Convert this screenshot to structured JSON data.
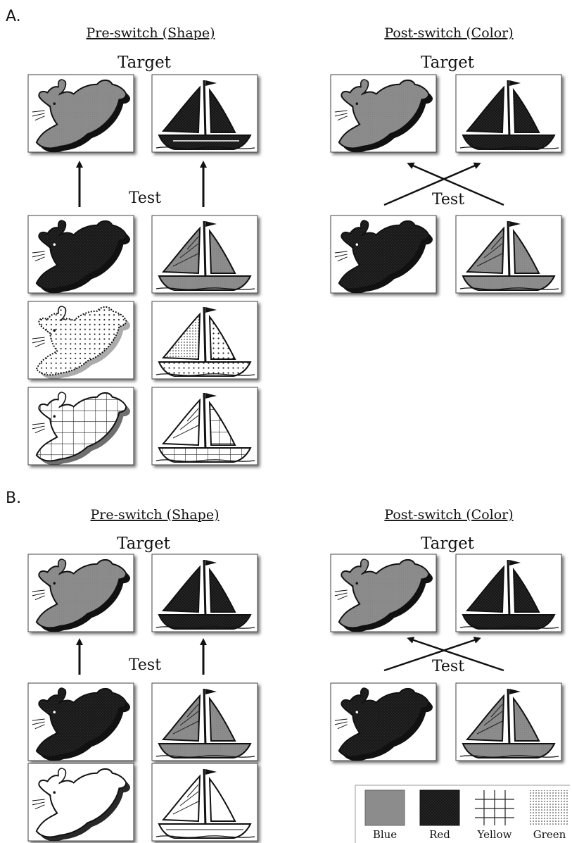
{
  "panels": [
    {
      "letter": "A.",
      "pre": {
        "heading": "Pre-switch (Shape)",
        "target": "Target",
        "test": "Test"
      },
      "post": {
        "heading": "Post-switch (Color)",
        "target": "Target",
        "test": "Test"
      }
    },
    {
      "letter": "B.",
      "pre": {
        "heading": "Pre-switch (Shape)",
        "target": "Target",
        "test": "Test"
      },
      "post": {
        "heading": "Post-switch (Color)",
        "target": "Target",
        "test": "Test"
      }
    }
  ],
  "legend": {
    "items": [
      {
        "label": "Blue",
        "pattern": "solid-gray"
      },
      {
        "label": "Red",
        "pattern": "dark-crosshatch"
      },
      {
        "label": "Yellow",
        "pattern": "grid-lines"
      },
      {
        "label": "Green",
        "pattern": "dots"
      }
    ]
  },
  "colors": {
    "blue_fill": "#8a8a8a",
    "red_fill": "#232323",
    "outline": "#111111"
  },
  "icons": [
    "rabbit-icon",
    "sailboat-icon",
    "arrow-icon"
  ]
}
